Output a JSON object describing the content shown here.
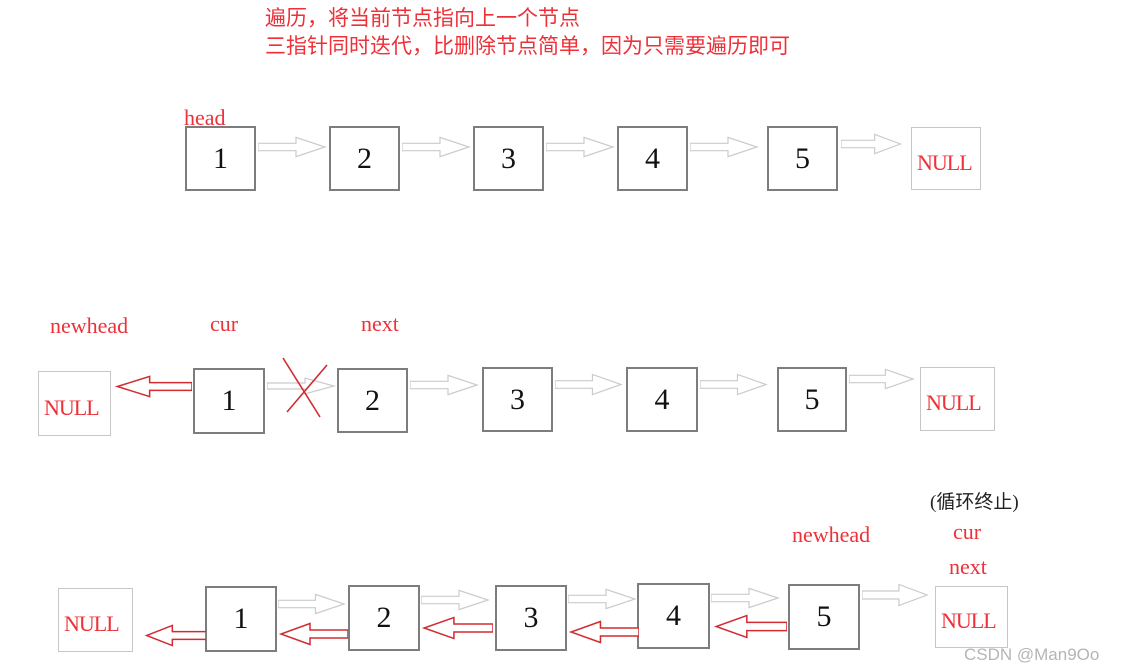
{
  "title": {
    "line1": "遍历，将当前节点指向上一个节点",
    "line2": "三指针同时迭代，比删除节点简单，因为只需要遍历即可"
  },
  "colors": {
    "text_red": "#ee3038",
    "arrow_red": "#d22b31",
    "arrow_gray": "#cbcbcb",
    "node_border": "#7d7d7d",
    "null_border": "#c6c6c6",
    "digit_color": "#111111",
    "loop_end_black": "#222222",
    "watermark_gray": "#b5b5b5"
  },
  "row1": {
    "head_label": "head",
    "nodes": [
      "1",
      "2",
      "3",
      "4",
      "5"
    ],
    "null_label": "NULL"
  },
  "row2": {
    "newhead_label": "newhead",
    "cur_label": "cur",
    "next_label": "next",
    "null_left": "NULL",
    "nodes": [
      "1",
      "2",
      "3",
      "4",
      "5"
    ],
    "null_right": "NULL"
  },
  "row3": {
    "loop_end_label": "(循环终止)",
    "newhead_label": "newhead",
    "cur_label": "cur",
    "next_label": "next",
    "null_left": "NULL",
    "nodes": [
      "1",
      "2",
      "3",
      "4",
      "5"
    ],
    "null_right": "NULL"
  },
  "watermark": "CSDN @Man9Oo"
}
